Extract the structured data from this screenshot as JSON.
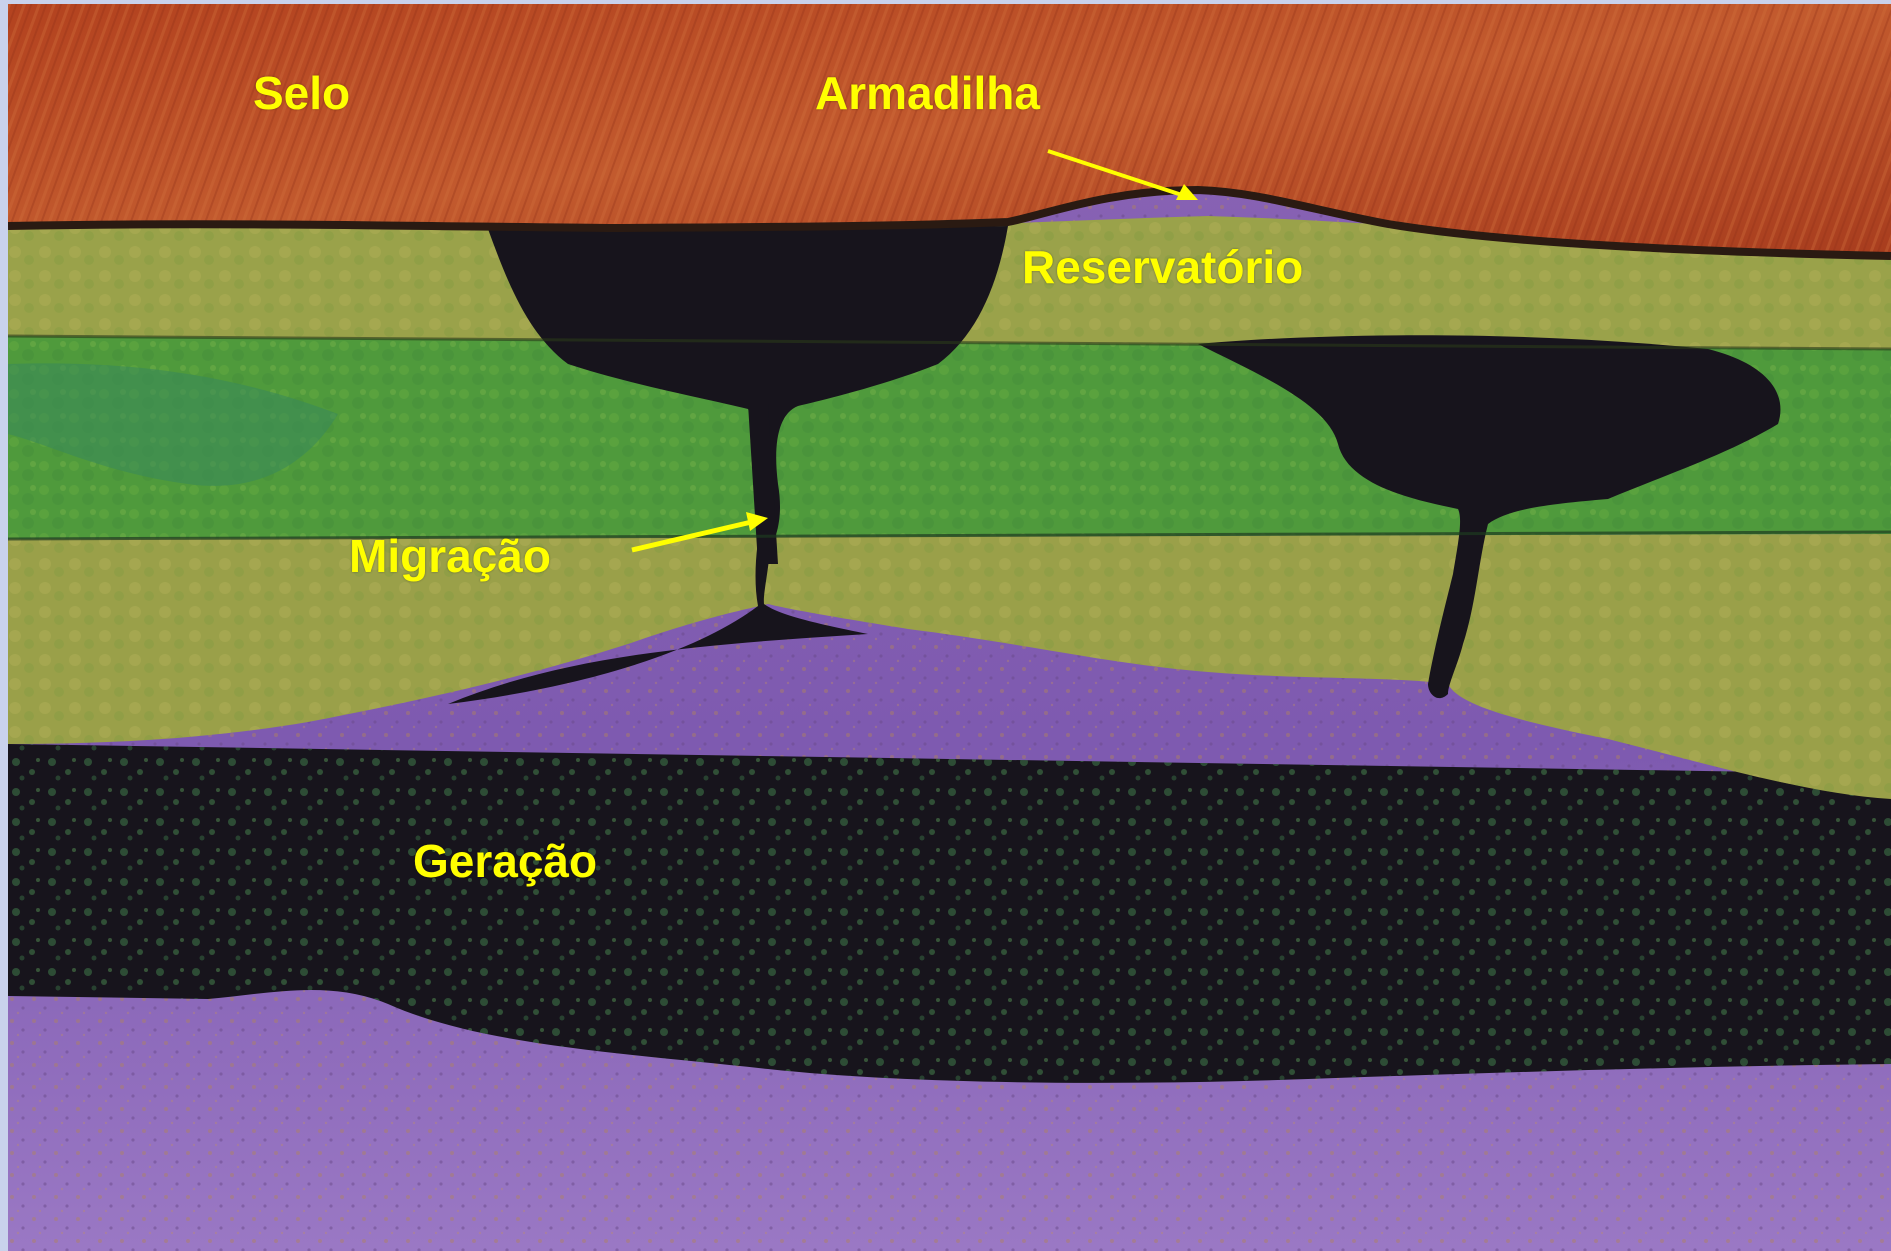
{
  "labels": {
    "seal": "Selo",
    "trap": "Armadilha",
    "reservoir": "Reservatório",
    "migration": "Migração",
    "generation": "Geração"
  },
  "colors": {
    "label_text": "#ffff00",
    "arrow": "#ffff00",
    "frame_background": "#c9d2ec",
    "seal_layer": "#b84a26",
    "reservoir_layer": "#9ba24a",
    "green_layer": "#4f9a3c",
    "hydrocarbon_black": "#16141c",
    "source_rock_green": "#2f6a3a",
    "basement_purple": "#8862b6"
  }
}
